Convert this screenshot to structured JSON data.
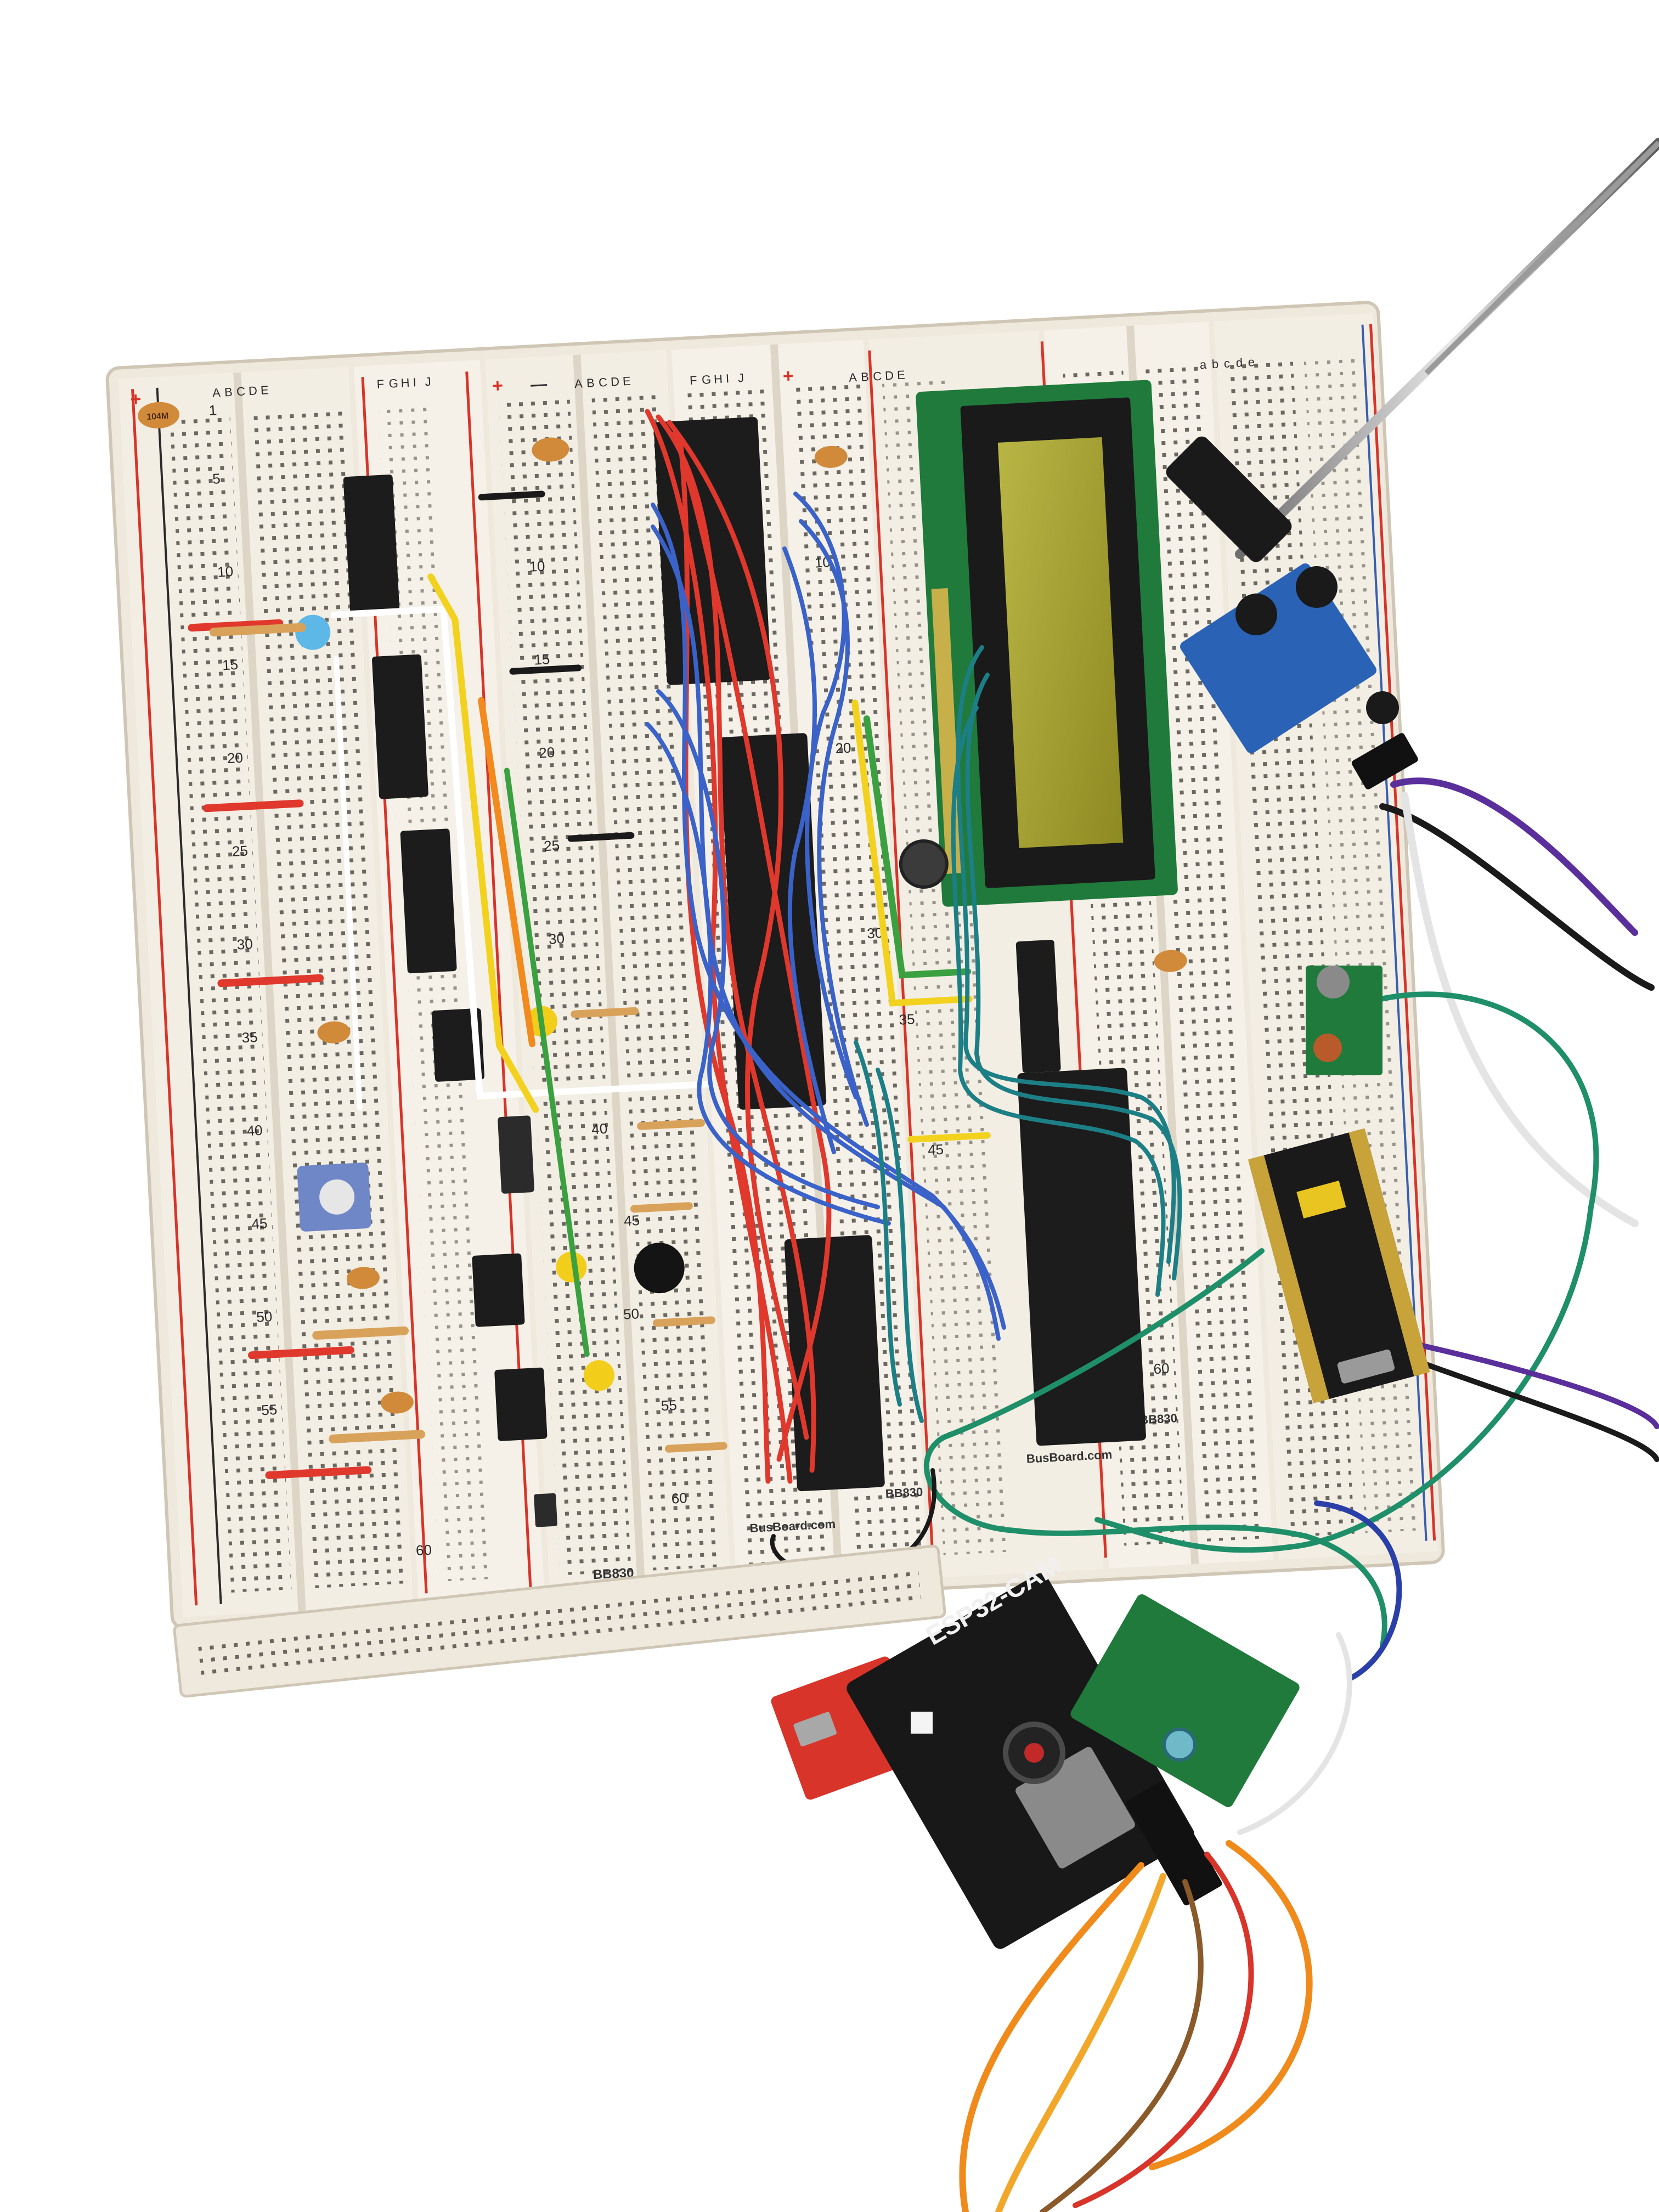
{
  "photo": {
    "background": "#ffffff",
    "breadboard_color": "#f1ede4",
    "rail_red": "#d8342a",
    "rail_blue": "#3a5fb0"
  },
  "breadboard": {
    "brand": "BusBoard.com",
    "model": "BB830",
    "row_letters_left": [
      "A",
      "B",
      "C",
      "D",
      "E"
    ],
    "row_letters_right": [
      "F",
      "G",
      "H",
      "I",
      "J"
    ],
    "row_letters_lower": [
      "a",
      "b",
      "c",
      "d",
      "e"
    ],
    "column_numbers": [
      "1",
      "5",
      "10",
      "15",
      "20",
      "25",
      "30",
      "35",
      "40",
      "45",
      "50",
      "55",
      "60"
    ],
    "rail_plus": "+",
    "rail_minus": "—"
  },
  "modules": {
    "esp32_label": "ESP32-CAM",
    "capacitor_code": "104M"
  },
  "icons": {
    "antenna": "telescopic-antenna-icon",
    "lcd": "lcd-display-icon"
  }
}
